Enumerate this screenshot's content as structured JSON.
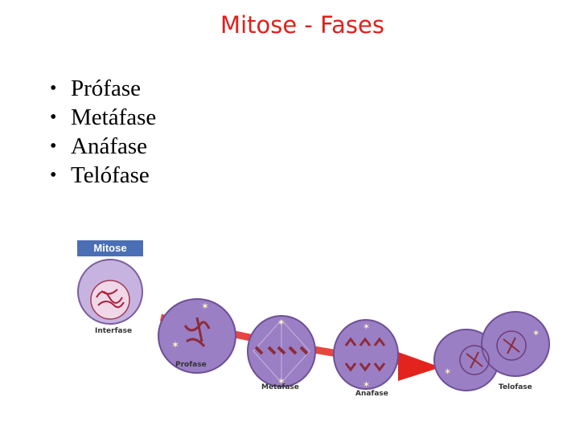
{
  "title": "Mitose - Fases",
  "bullets": [
    "Prófase",
    "Metáfase",
    "Anáfase",
    "Telófase"
  ],
  "figure": {
    "badge": "Mitose",
    "labels": {
      "interfase": "Interfase",
      "profase": "Profase",
      "metafase": "Metafase",
      "anafase": "Anafase",
      "telofase": "Telofase"
    },
    "colors": {
      "cell": "#9b7fc4",
      "cell_border": "#6d5096",
      "chromosome": "#8b2c3c",
      "arrow": "#e3241e",
      "badge": "#4b6fb5"
    }
  }
}
